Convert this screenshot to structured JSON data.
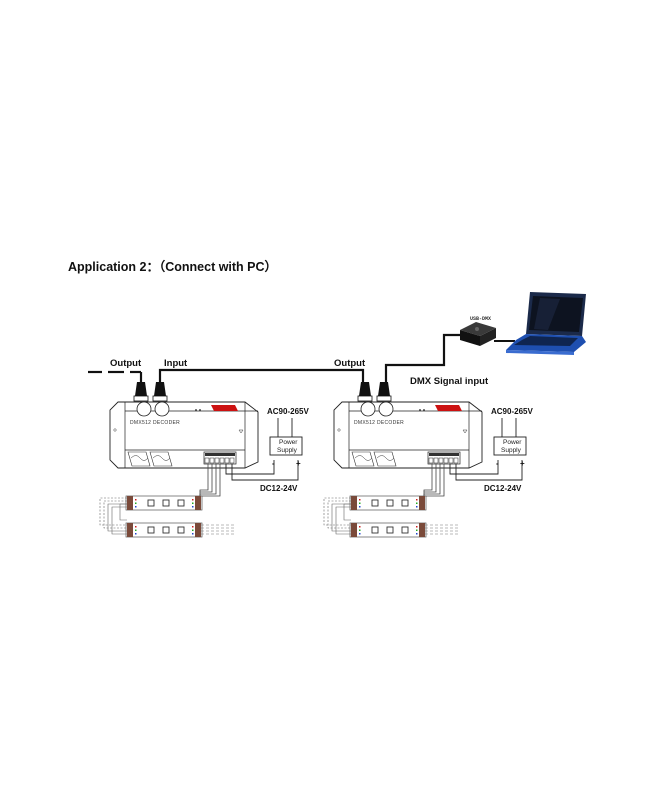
{
  "title": "Application 2：（Connect with PC）",
  "labels": {
    "output_left": "Output",
    "input_left": "Input",
    "output_right": "Output",
    "dmx_signal_input": "DMX Signal input",
    "usb_dmx": "USB-DMX"
  },
  "decoders": [
    {
      "name": "DMX512 DECODER",
      "ac_label": "AC90-265V",
      "dc_label": "DC12-24V",
      "power_supply": [
        "Power",
        "Supply"
      ],
      "minus": "-",
      "plus": "+"
    },
    {
      "name": "DMX512 DECODER",
      "ac_label": "AC90-265V",
      "dc_label": "DC12-24V",
      "power_supply": [
        "Power",
        "Supply"
      ],
      "minus": "-",
      "plus": "+"
    }
  ],
  "colors": {
    "line": "#111111",
    "indicator_red": "#cc1111",
    "strip_connector": "#7a4a3a",
    "laptop_blue": "#1e4fb0",
    "laptop_screen": "#0d1320",
    "wire_r": "#cc2222",
    "wire_g": "#22aa22",
    "wire_b": "#2244cc"
  }
}
